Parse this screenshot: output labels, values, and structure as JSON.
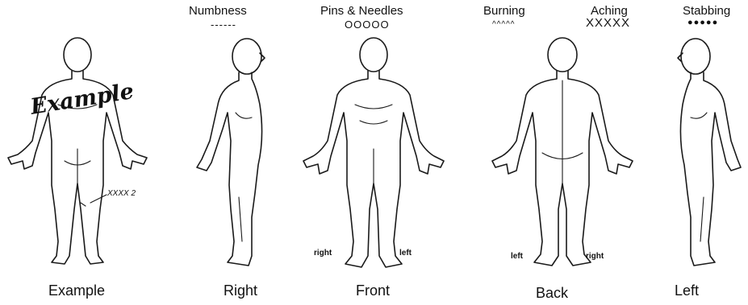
{
  "legend": [
    {
      "id": "numbness",
      "title": "Numbness",
      "symbol": "------"
    },
    {
      "id": "pins_needles",
      "title": "Pins & Needles",
      "symbol": "OOOOO"
    },
    {
      "id": "burning",
      "title": "Burning",
      "symbol": "^^^^^"
    },
    {
      "id": "aching",
      "title": "Aching",
      "symbol": "XXXXX"
    },
    {
      "id": "stabbing",
      "title": "Stabbing",
      "symbol": "●●●●●"
    }
  ],
  "figures": {
    "example": {
      "caption": "Example",
      "watermark": "Example",
      "annotation": "XXXX 2"
    },
    "right": {
      "caption": "Right"
    },
    "front": {
      "caption": "Front",
      "left_side": "right",
      "right_side": "left"
    },
    "back": {
      "caption": "Back",
      "left_side": "left",
      "right_side": "right"
    },
    "left": {
      "caption": "Left"
    }
  }
}
